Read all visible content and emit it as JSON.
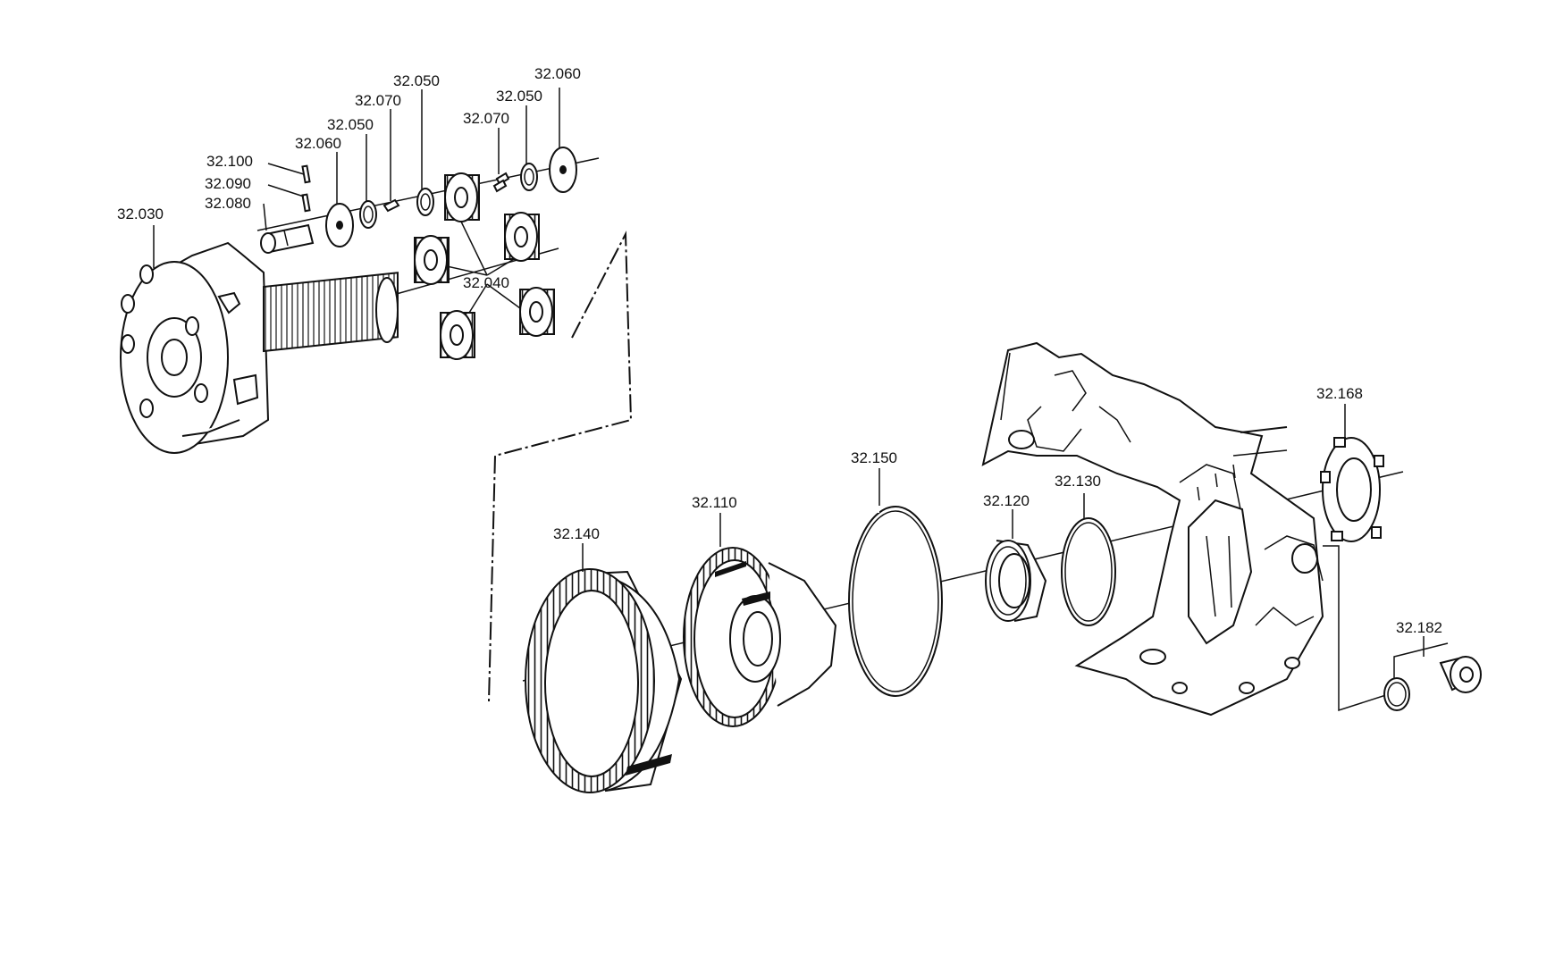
{
  "diagram": {
    "part_labels": {
      "p32030": "32.030",
      "p32040": "32.040",
      "p32050_a": "32.050",
      "p32050_b": "32.050",
      "p32050_c": "32.050",
      "p32060_a": "32.060",
      "p32060_b": "32.060",
      "p32070_a": "32.070",
      "p32070_b": "32.070",
      "p32080": "32.080",
      "p32090": "32.090",
      "p32100": "32.100",
      "p32110": "32.110",
      "p32120": "32.120",
      "p32130": "32.130",
      "p32140": "32.140",
      "p32150": "32.150",
      "p32168": "32.168",
      "p32182": "32.182"
    }
  }
}
